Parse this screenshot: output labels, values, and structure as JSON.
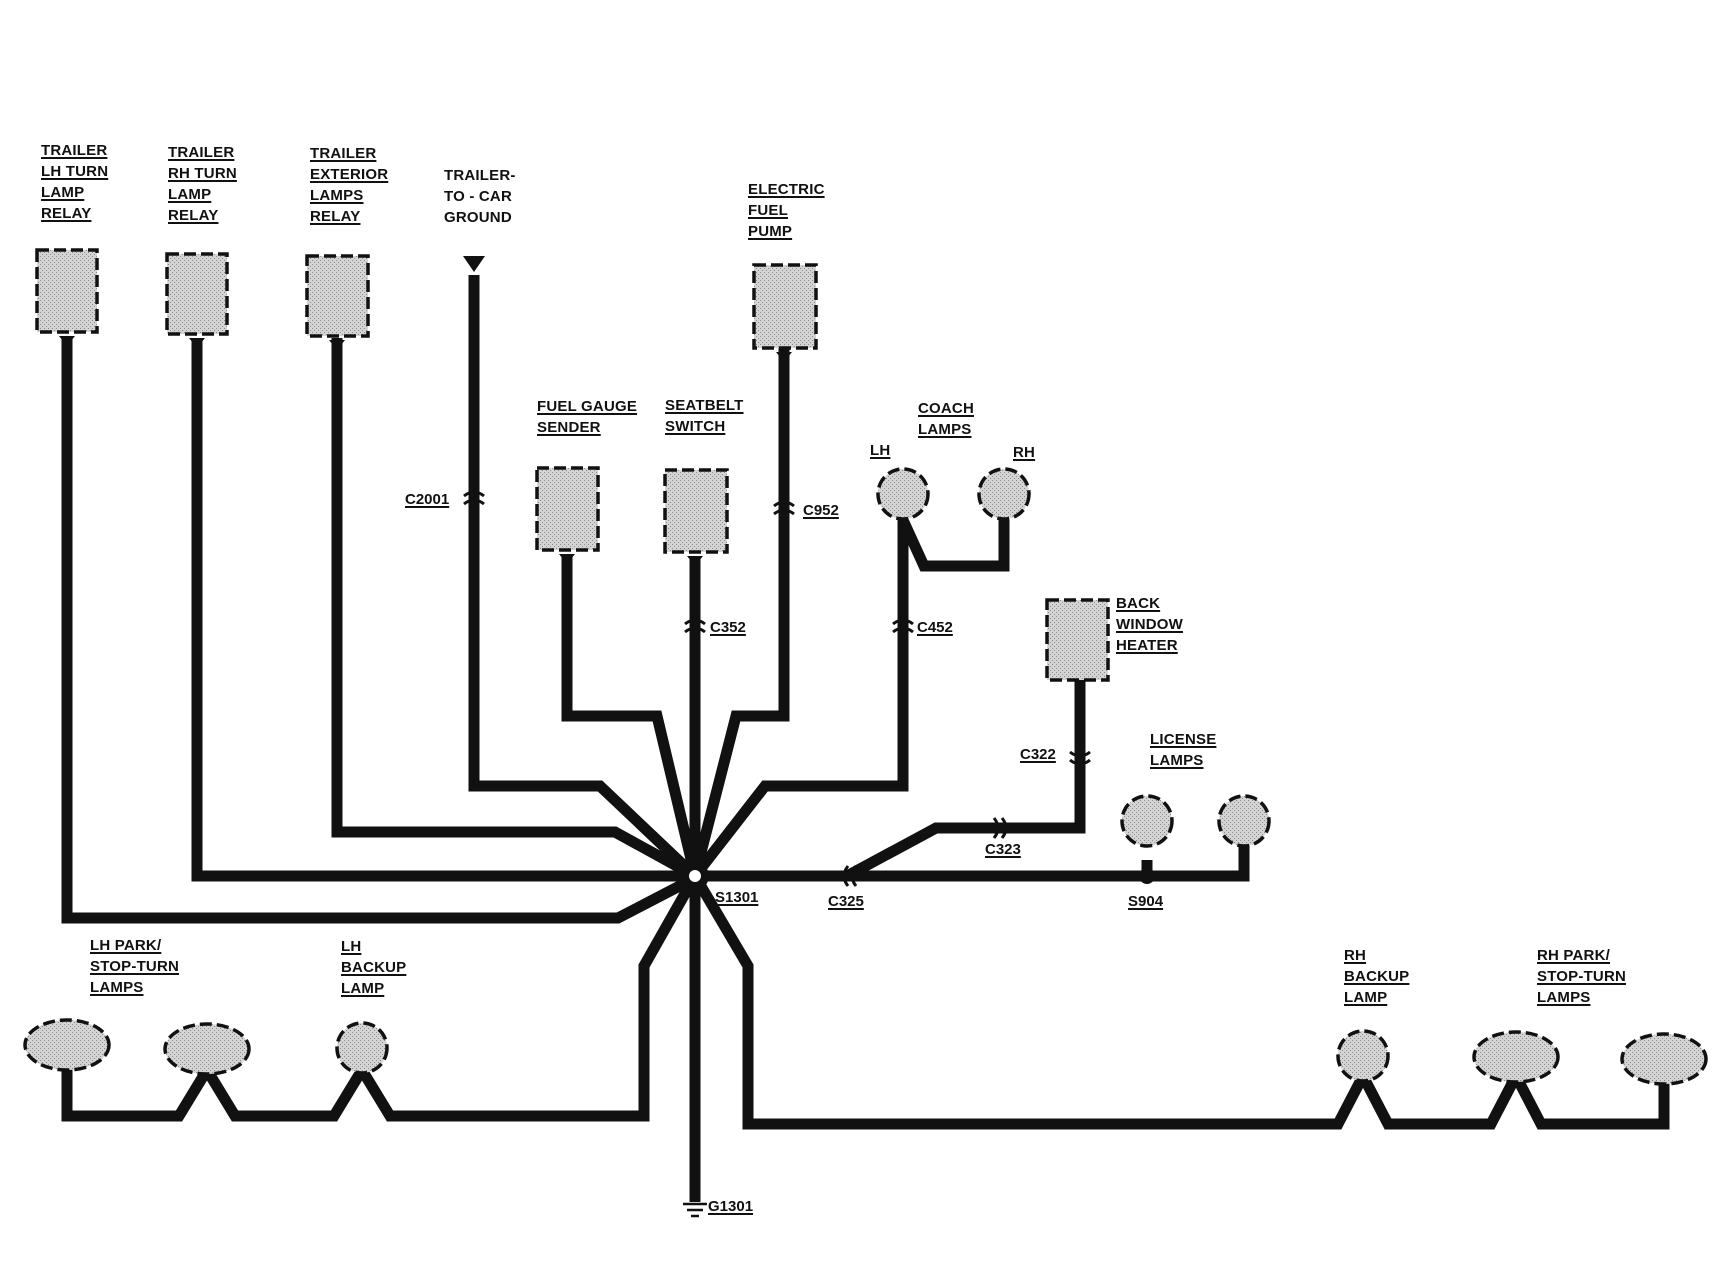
{
  "components": {
    "lh_turn_relay": [
      "TRAILER",
      "LH TURN",
      "LAMP",
      "RELAY"
    ],
    "rh_turn_relay": [
      "TRAILER",
      "RH TURN",
      "LAMP",
      "RELAY"
    ],
    "ext_lamps_relay": [
      "TRAILER",
      "EXTERIOR",
      "LAMPS",
      "RELAY"
    ],
    "trailer_ground": [
      "TRAILER-",
      "TO - CAR",
      "GROUND"
    ],
    "fuel_pump": [
      "ELECTRIC",
      "FUEL",
      "PUMP"
    ],
    "fuel_gauge": [
      "FUEL GAUGE",
      "SENDER"
    ],
    "seatbelt": [
      "SEATBELT",
      "SWITCH"
    ],
    "coach_lamps": [
      "COACH",
      "LAMPS"
    ],
    "coach_lh": [
      "LH"
    ],
    "coach_rh": [
      "RH"
    ],
    "back_window": [
      "BACK",
      "WINDOW",
      "HEATER"
    ],
    "license_lamps": [
      "LICENSE",
      "LAMPS"
    ],
    "lh_park": [
      "LH PARK/",
      "STOP-TURN",
      "LAMPS"
    ],
    "lh_backup": [
      "LH",
      "BACKUP",
      "LAMP"
    ],
    "rh_backup": [
      "RH",
      "BACKUP",
      "LAMP"
    ],
    "rh_park": [
      "RH PARK/",
      "STOP-TURN",
      "LAMPS"
    ]
  },
  "connectors": {
    "c2001": "C2001",
    "c952": "C952",
    "c352": "C352",
    "c452": "C452",
    "c322": "C322",
    "c323": "C323",
    "c325": "C325",
    "s1301": "S1301",
    "s904": "S904",
    "g1301": "G1301"
  },
  "colors": {
    "wire": "#111111",
    "component_fill": "#cfcfcf"
  }
}
